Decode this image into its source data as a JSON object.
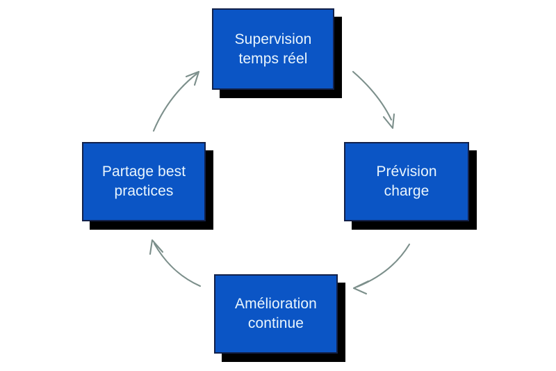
{
  "diagram": {
    "type": "cycle",
    "direction": "clockwise",
    "background_color": "#ffffff",
    "node_fill_color": "#0b55c5",
    "node_border_color": "#12214a",
    "node_shadow_color": "#000000",
    "node_text_color": "#e9f5fd",
    "arrow_color": "#7c8f8b",
    "nodes": [
      {
        "id": "supervision",
        "label": "Supervision\ntemps réel",
        "position": "top"
      },
      {
        "id": "prevision",
        "label": "Prévision\ncharge",
        "position": "right"
      },
      {
        "id": "amelioration",
        "label": "Amélioration\ncontinue",
        "position": "bottom"
      },
      {
        "id": "partage",
        "label": "Partage best\npractices",
        "position": "left"
      }
    ],
    "arrows": [
      {
        "id": "arrow-top-right",
        "from": "supervision",
        "to": "prevision"
      },
      {
        "id": "arrow-bottom-right",
        "from": "prevision",
        "to": "amelioration"
      },
      {
        "id": "arrow-bottom-left",
        "from": "amelioration",
        "to": "partage"
      },
      {
        "id": "arrow-top-left",
        "from": "partage",
        "to": "supervision"
      }
    ]
  }
}
